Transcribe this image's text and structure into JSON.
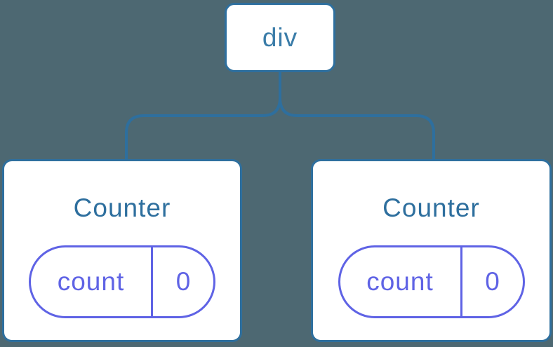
{
  "colors": {
    "background": "#4D6872",
    "line_blue": "#2E6F9E",
    "div_label_blue": "#3A7CA8",
    "counter_label_blue": "#2E6F9E",
    "purple": "#5F63E5",
    "card_bg": "#FFFFFF"
  },
  "tree": {
    "root": {
      "label": "div"
    },
    "children": [
      {
        "title": "Counter",
        "state": {
          "name": "count",
          "value": "0"
        }
      },
      {
        "title": "Counter",
        "state": {
          "name": "count",
          "value": "0"
        }
      }
    ]
  }
}
